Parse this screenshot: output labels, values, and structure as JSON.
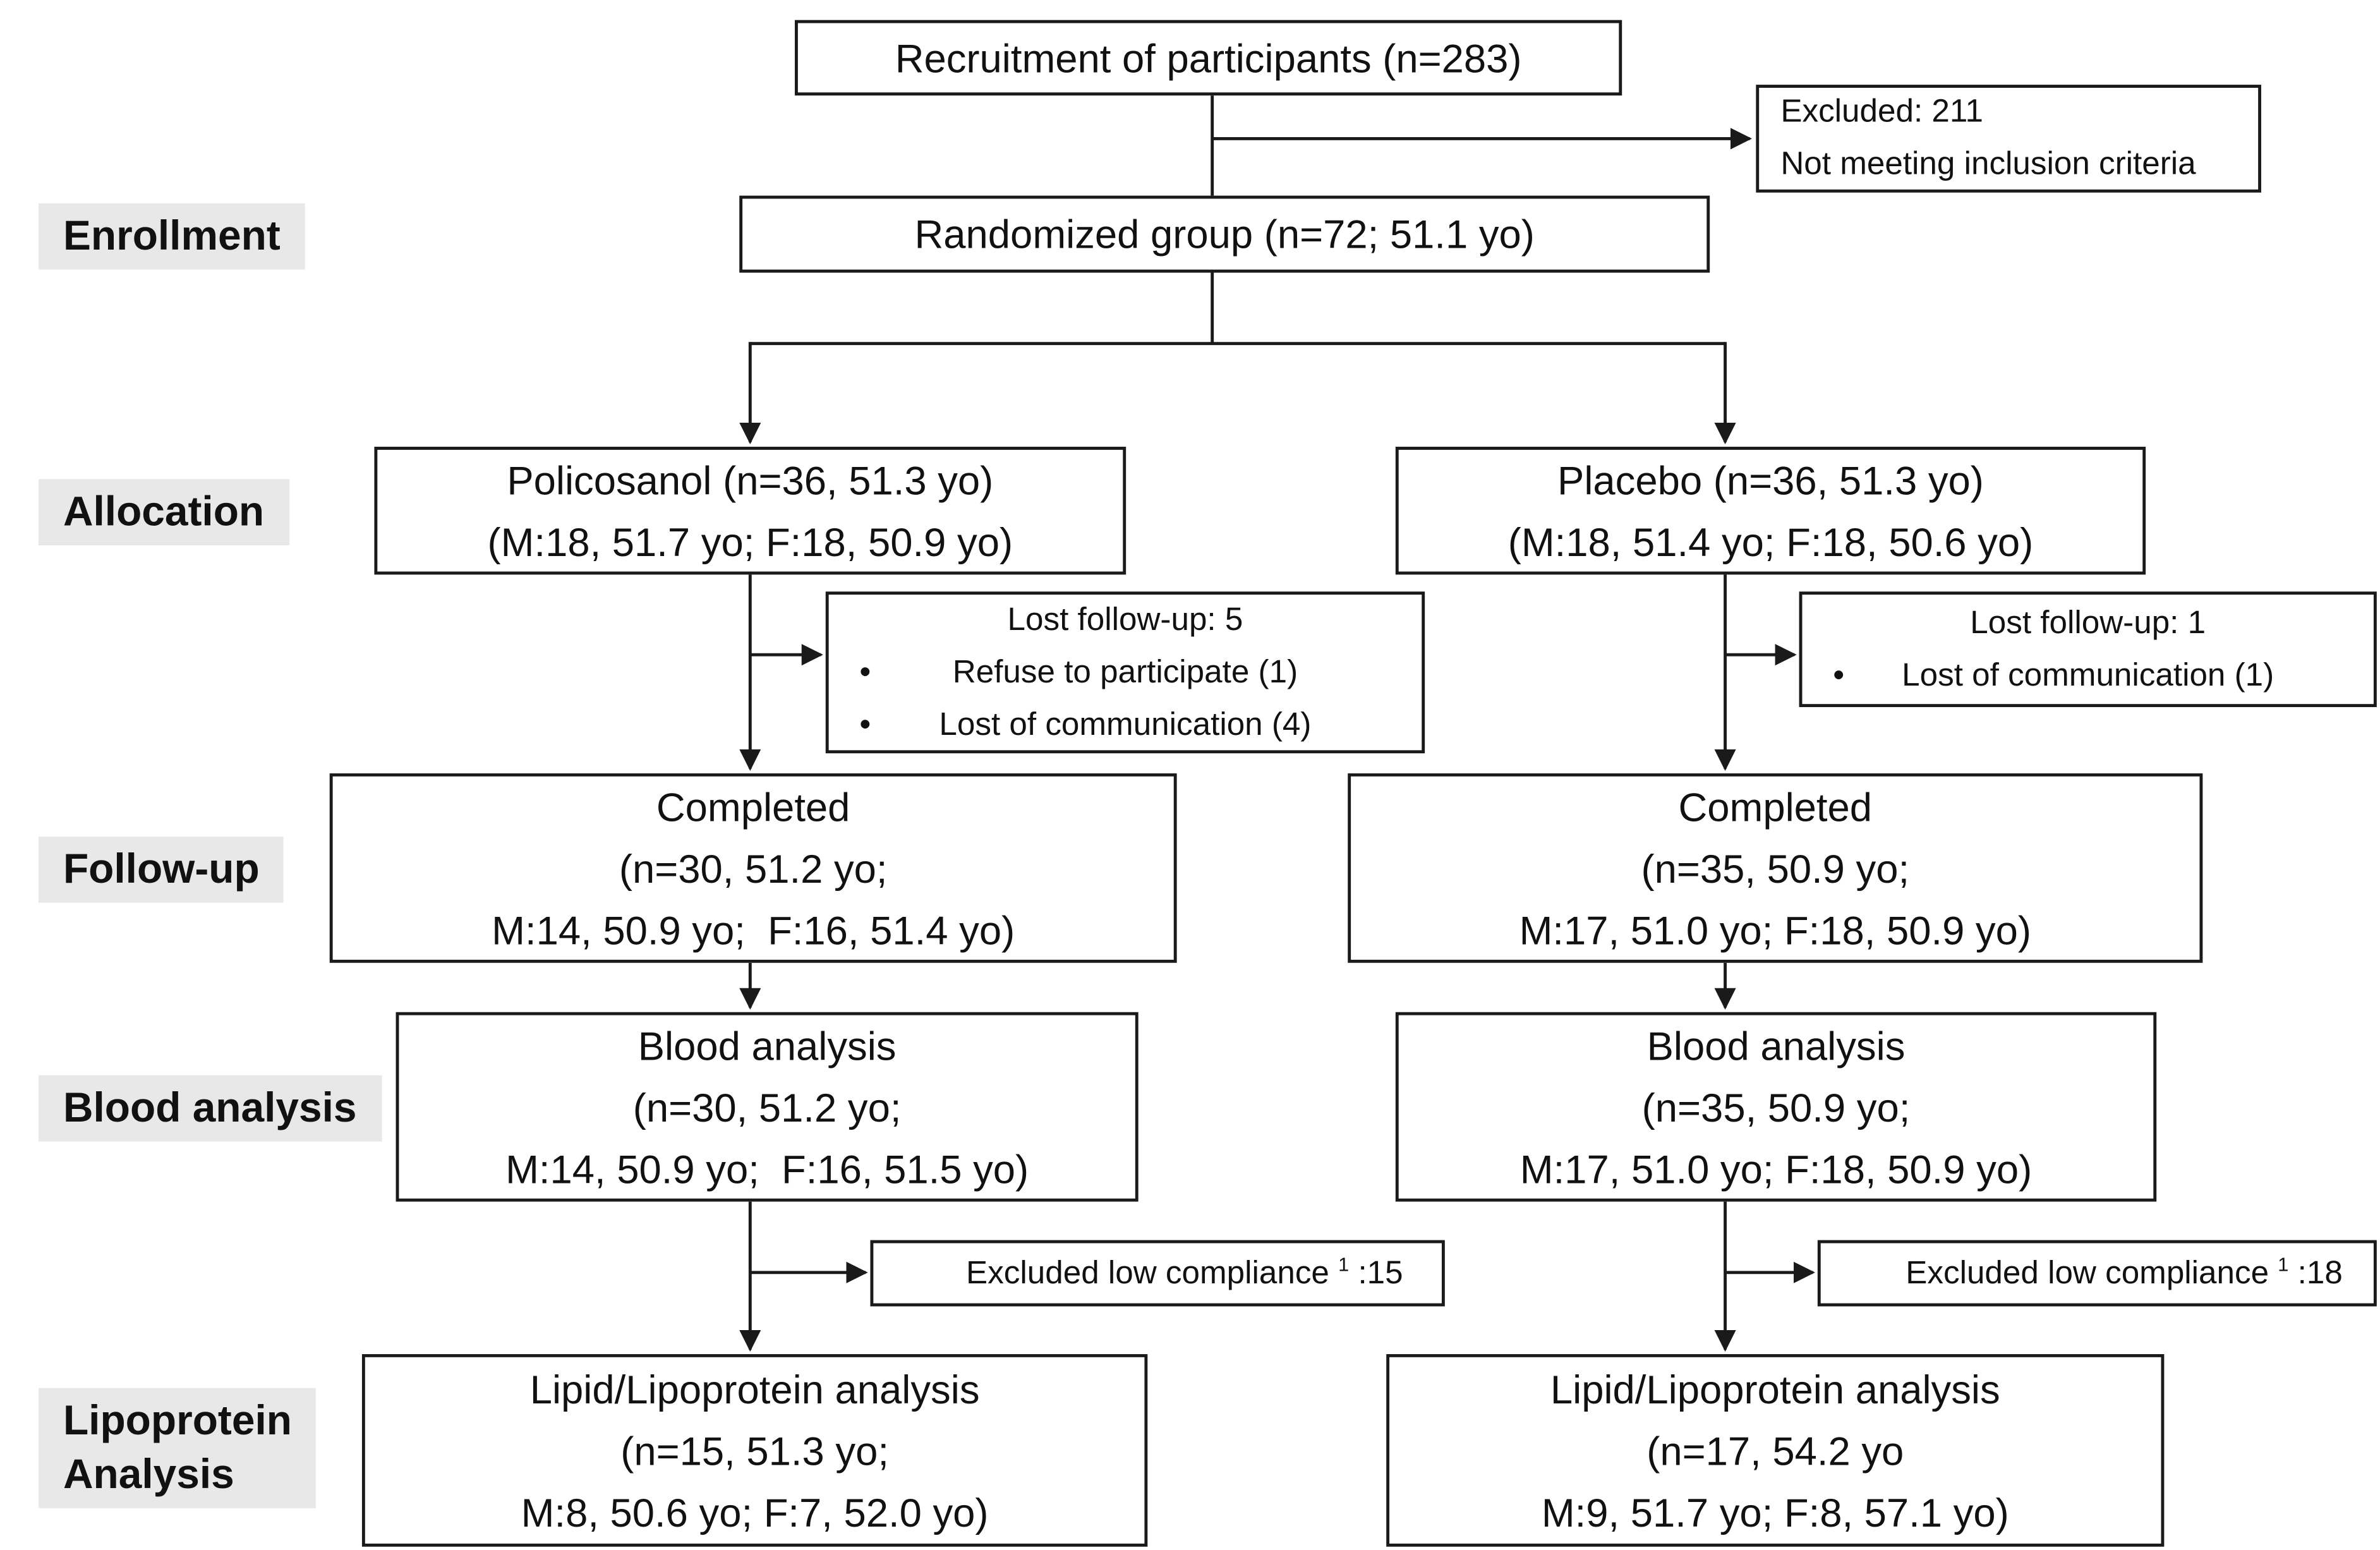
{
  "stages": {
    "enrollment": "Enrollment",
    "allocation": "Allocation",
    "followup": "Follow-up",
    "blood": "Blood analysis",
    "lipo_line1": "Lipoprotein",
    "lipo_line2": "Analysis"
  },
  "boxes": {
    "recruitment": {
      "line1": "Recruitment of participants (n=283)"
    },
    "excluded": {
      "line1": "Excluded: 211",
      "line2": "Not meeting inclusion criteria"
    },
    "randomized": {
      "line1": "Randomized group (n=72; 51.1 yo)"
    },
    "policosanol": {
      "line1": "Policosanol (n=36, 51.3 yo)",
      "line2": "(M:18, 51.7 yo; F:18, 50.9 yo)"
    },
    "placebo": {
      "line1": "Placebo (n=36, 51.3 yo)",
      "line2": "(M:18, 51.4 yo; F:18, 50.6 yo)"
    },
    "lost_left": {
      "title": "Lost follow-up: 5",
      "bullet": "•",
      "items": [
        "Refuse to participate (1)",
        "Lost of communication (4)"
      ]
    },
    "lost_right": {
      "title": "Lost follow-up: 1",
      "bullet": "•",
      "items": [
        "Lost of communication (1)"
      ]
    },
    "completed_left": {
      "line1": "Completed",
      "line2": "(n=30, 51.2 yo;",
      "line3": "M:14, 50.9 yo;  F:16, 51.4 yo)"
    },
    "completed_right": {
      "line1": "Completed",
      "line2": "(n=35, 50.9 yo;",
      "line3": "M:17, 51.0 yo; F:18, 50.9 yo)"
    },
    "blood_left": {
      "line1": "Blood analysis",
      "line2": "(n=30, 51.2 yo;",
      "line3": "M:14, 50.9 yo;  F:16, 51.5 yo)"
    },
    "blood_right": {
      "line1": "Blood analysis",
      "line2": "(n=35, 50.9 yo;",
      "line3": "M:17, 51.0 yo; F:18, 50.9 yo)"
    },
    "excl_left": {
      "prefix": "Excluded low compliance ",
      "sup": "1",
      "suffix": " :15"
    },
    "excl_right": {
      "prefix": "Excluded low compliance ",
      "sup": "1",
      "suffix": " :18"
    },
    "lipid_left": {
      "line1": "Lipid/Lipoprotein analysis",
      "line2": "(n=15, 51.3 yo;",
      "line3": "M:8, 50.6 yo; F:7, 52.0 yo)"
    },
    "lipid_right": {
      "line1": "Lipid/Lipoprotein analysis",
      "line2": "(n=17, 54.2 yo",
      "line3": "M:9, 51.7 yo; F:8, 57.1 yo)"
    }
  },
  "colors": {
    "label_bg": "#e8e8e8",
    "line": "#1a1a1a",
    "box_bg": "#ffffff"
  }
}
